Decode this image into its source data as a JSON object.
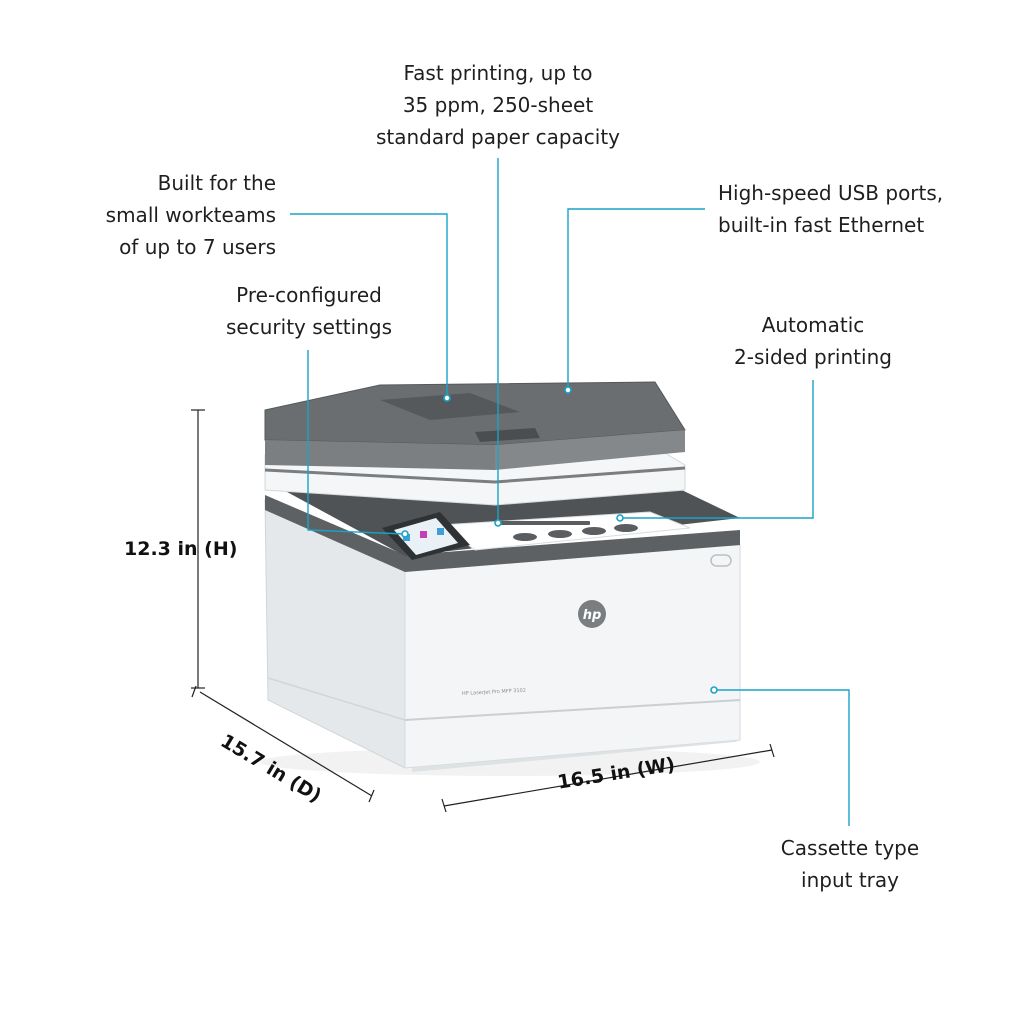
{
  "callouts": {
    "printing": [
      "Fast printing, up to",
      "35 ppm, 250-sheet",
      "standard paper capacity"
    ],
    "workteams": [
      "Built for the",
      "small workteams",
      "of up to 7 users"
    ],
    "usb": [
      "High-speed USB ports,",
      "built-in fast Ethernet"
    ],
    "security": [
      "Pre-configured",
      "security settings"
    ],
    "duplex": [
      "Automatic",
      "2-sided printing"
    ],
    "cassette": [
      "Cassette type",
      "input tray"
    ]
  },
  "dimensions": {
    "height": "12.3 in (H)",
    "depth": "15.7 in (D)",
    "width": "16.5 in (W)"
  },
  "product": {
    "logo": "hp",
    "model_label": "HP LaserJet Pro MFP 3102"
  },
  "colors": {
    "callout_line": "#1aa3c9",
    "body": "#eef1f2",
    "lid": "#6d7073"
  }
}
